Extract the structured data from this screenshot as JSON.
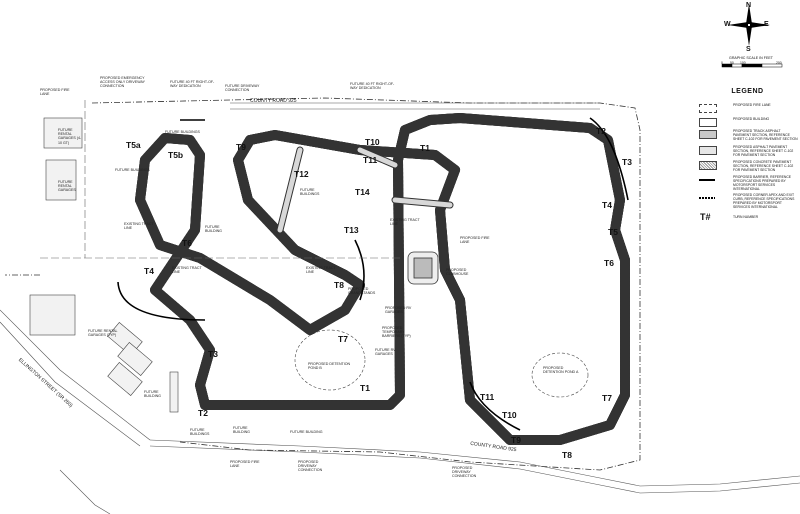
{
  "north_arrow": {
    "n": "N",
    "s": "S",
    "e": "E",
    "w": "W"
  },
  "scale_bar": {
    "title": "GRAPHIC SCALE IN FEET",
    "ticks": [
      "0",
      "50",
      "100",
      "200"
    ]
  },
  "legend": {
    "title": "LEGEND",
    "items": [
      {
        "label": "PROPOSED FIRE LANE",
        "fill": "#ffffff"
      },
      {
        "label": "PROPOSED BUILDING",
        "fill": "#ffffff"
      },
      {
        "label": "PROPOSED TRACK ASPHALT PAVEMENT SECTION, REFERENCE SHEET C-102 FOR PAVEMENT SECTION",
        "fill": "#c9c9c9"
      },
      {
        "label": "PROPOSED ASPHALT PAVEMENT SECTION, REFERENCE SHEET C-102 FOR PAVEMENT SECTION",
        "fill": "#e6e6e6"
      },
      {
        "label": "PROPOSED CONCRETE PAVEMENT SECTION, REFERENCE SHEET C-102 FOR PAVEMENT SECTION",
        "fill": "#ffffff"
      },
      {
        "label": "PROPOSED BARRIER, REFERENCE SPECIFICATIONS PREPARED BY MOTORSPORT SERVICES INTERNATIONAL",
        "fill": "#ffffff"
      },
      {
        "label": "PROPOSED CORNER APEX AND EXIT CURB, REFERENCE SPECIFICATIONS PREPARED BY MOTORSPORT SERVICES INTERNATIONAL",
        "fill": "#ffffff"
      },
      {
        "label": "TURN NUMBER",
        "fill": "#ffffff"
      }
    ],
    "turn_symbol": "T#"
  },
  "turns": [
    "T1",
    "T2",
    "T3",
    "T4",
    "T5",
    "T6",
    "T7",
    "T8",
    "T9",
    "T10",
    "T11",
    "T12",
    "T13",
    "T14",
    "T5a",
    "T5b",
    "T6",
    "T4",
    "T3",
    "T2",
    "T3",
    "T1",
    "T11",
    "T10",
    "T9",
    "T8",
    "T7",
    "T7"
  ],
  "roads": {
    "county_road_north": "COUNTY ROAD 925",
    "county_road_south": "COUNTY ROAD 925",
    "ellington_street": "ELLINGTON STREET (SR 260)"
  },
  "labels": [
    "PROPOSED FIRE LANE",
    "PROPOSED EMERGENCY ACCESS ONLY DRIVEWAY CONNECTION",
    "FUTURE 40 FT RIGHT-OF-WAY DEDICATION",
    "FUTURE DRIVEWAY CONNECTION",
    "FUTURE 40 FT RIGHT-OF-WAY DEDICATION",
    "FUTURE RENTAL GARAGES (4-10 GT)",
    "FUTURE RENTAL GARAGES",
    "FUTURE BUILDINGS",
    "FUTURE BUILDINGS",
    "FUTURE BUILDING",
    "EXISTING TRACT LINE",
    "EXISTING TRACT LINE",
    "FUTURE BUILDINGS",
    "EXISTING TRACT LINE",
    "EXISTING TRACT LINE",
    "FUTURE RENTAL GARAGES (TYP)",
    "FUTURE BUILDING",
    "PROPOSED DETENTION POND B",
    "PROPOSED CLUBHOUSE",
    "PROPOSED FIRE LANE",
    "PROPOSED GRANDSTANDS",
    "PROPOSED RV GARAGES",
    "PROPOSED TEMPORARY BARRIERS (TYP)",
    "FUTURE RV GARAGES",
    "PROPOSED DETENTION POND A",
    "FUTURE BUILDINGS",
    "FUTURE BUILDING",
    "PROPOSED FIRE LANE",
    "PROPOSED DRIVEWAY CONNECTION",
    "PROPOSED DRIVEWAY CONNECTION",
    "FUTURE BUILDING"
  ]
}
